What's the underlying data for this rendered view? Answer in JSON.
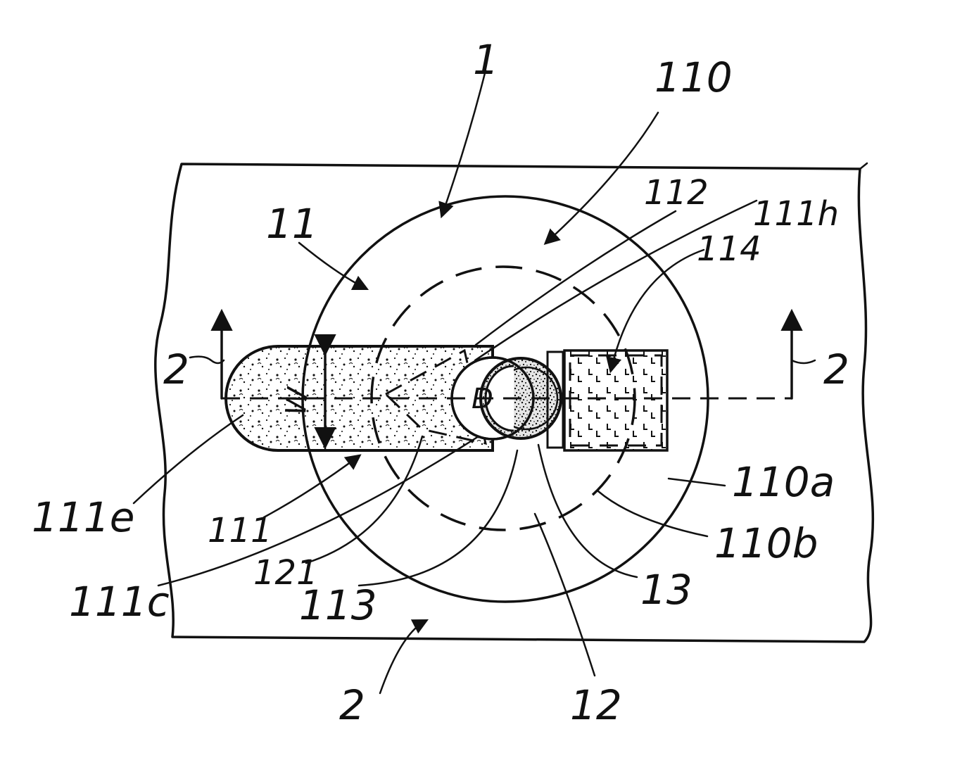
{
  "figure": {
    "labels": {
      "l1": "1",
      "l110": "110",
      "l11": "11",
      "l112": "112",
      "l111h": "111h",
      "l114": "114",
      "l2_left": "2",
      "l2_right": "2",
      "l_w": "W",
      "l_d": "D",
      "l111e": "111e",
      "l111": "111",
      "l121": "121",
      "l111c": "111c",
      "l113": "113",
      "l110a": "110a",
      "l110b": "110b",
      "l13": "13",
      "l12": "12",
      "l2_bottom": "2"
    },
    "colors": {
      "ink": "#111111",
      "paper": "#ffffff"
    }
  }
}
